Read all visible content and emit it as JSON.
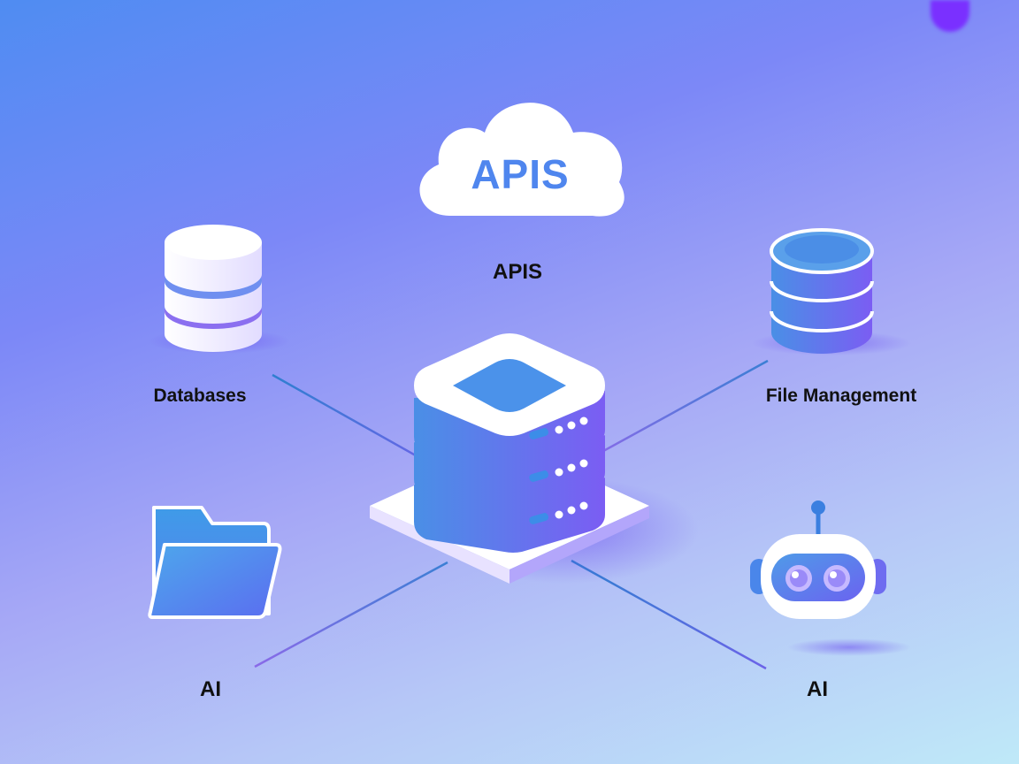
{
  "colors": {
    "accent": "#4f86ee",
    "purple": "#7a5df2",
    "text": "#111111",
    "line": "#3d7ec9"
  },
  "cloud": {
    "text": "APIS"
  },
  "labels": {
    "apis": "APIS",
    "databases": "Databases",
    "file_management": "File Management",
    "ai_left": "AI",
    "ai_right": "AI"
  }
}
